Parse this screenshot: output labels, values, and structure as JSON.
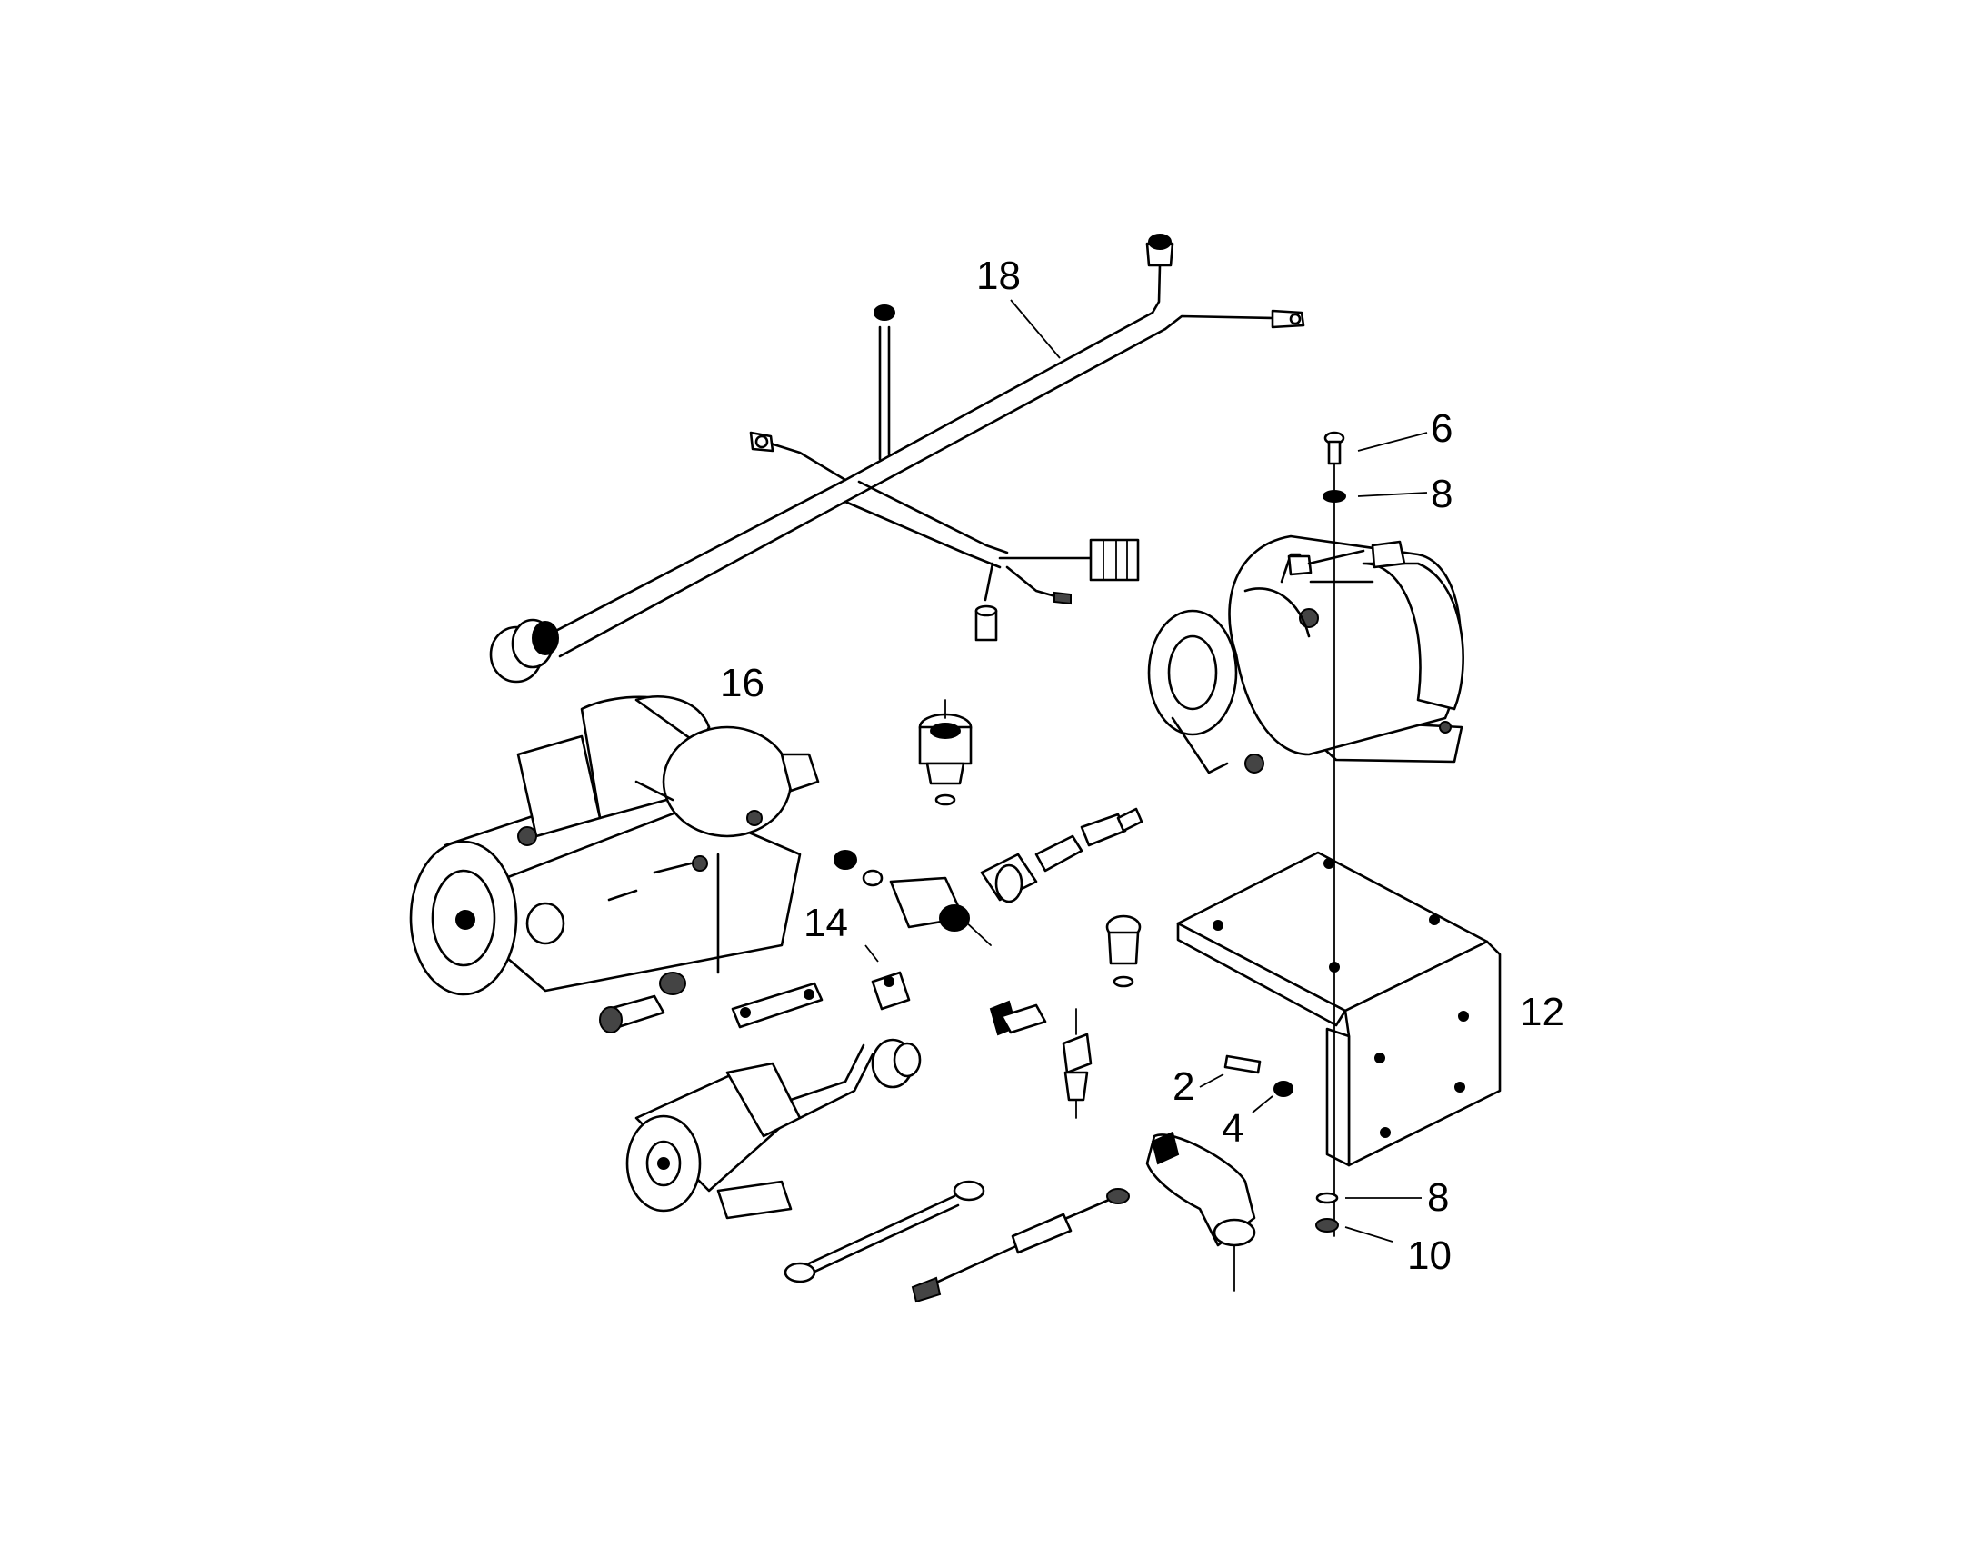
{
  "callouts": [
    {
      "id": "c18",
      "text": "18"
    },
    {
      "id": "c6",
      "text": "6"
    },
    {
      "id": "c8a",
      "text": "8"
    },
    {
      "id": "c16",
      "text": "16"
    },
    {
      "id": "c14",
      "text": "14"
    },
    {
      "id": "c12",
      "text": "12"
    },
    {
      "id": "c2",
      "text": "2"
    },
    {
      "id": "c4",
      "text": "4"
    },
    {
      "id": "c8b",
      "text": "8"
    },
    {
      "id": "c10",
      "text": "10"
    }
  ]
}
